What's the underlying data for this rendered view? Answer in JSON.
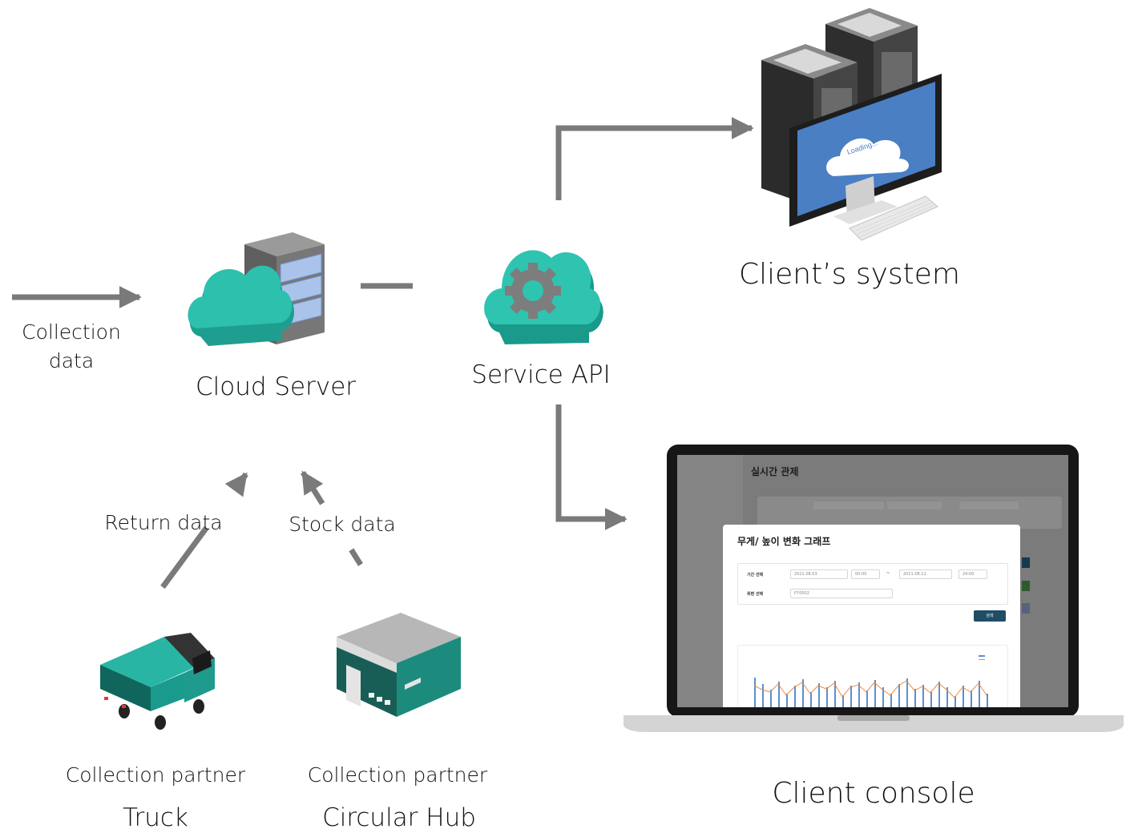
{
  "labels": {
    "collection_data": [
      "Collection",
      "data"
    ],
    "cloud_server": "Cloud Server",
    "service_api": "Service API",
    "clients_system": "Client’s system",
    "client_console": "Client console",
    "return_data": "Return data",
    "stock_data": "Stock data",
    "truck_partner": "Collection partner",
    "truck": "Truck",
    "hub_partner": "Collection partner",
    "circular_hub": "Circular Hub"
  },
  "monitor": {
    "loading_text": "Loading..."
  },
  "console": {
    "page_title": "실시간 관제",
    "modal_title": "무게/ 높이 변화 그래프",
    "period_label": "기간 선택",
    "date_from": "2021.08.03",
    "time_from": "00:00",
    "date_to": "2021.08.12",
    "time_to": "24:00",
    "tilde": "~",
    "device_label": "위편 선택",
    "device_value": "P70002",
    "search_button": "검색"
  },
  "colors": {
    "arrow": "#7a7a7a",
    "cloud_teal": "#1fb8a8",
    "server_blue": "#8fb2e0",
    "truck_teal": "#1a9a8c",
    "hub_teal": "#17756b",
    "bar_blue": "#5b8fd0",
    "line_orange": "#f08a3e"
  }
}
